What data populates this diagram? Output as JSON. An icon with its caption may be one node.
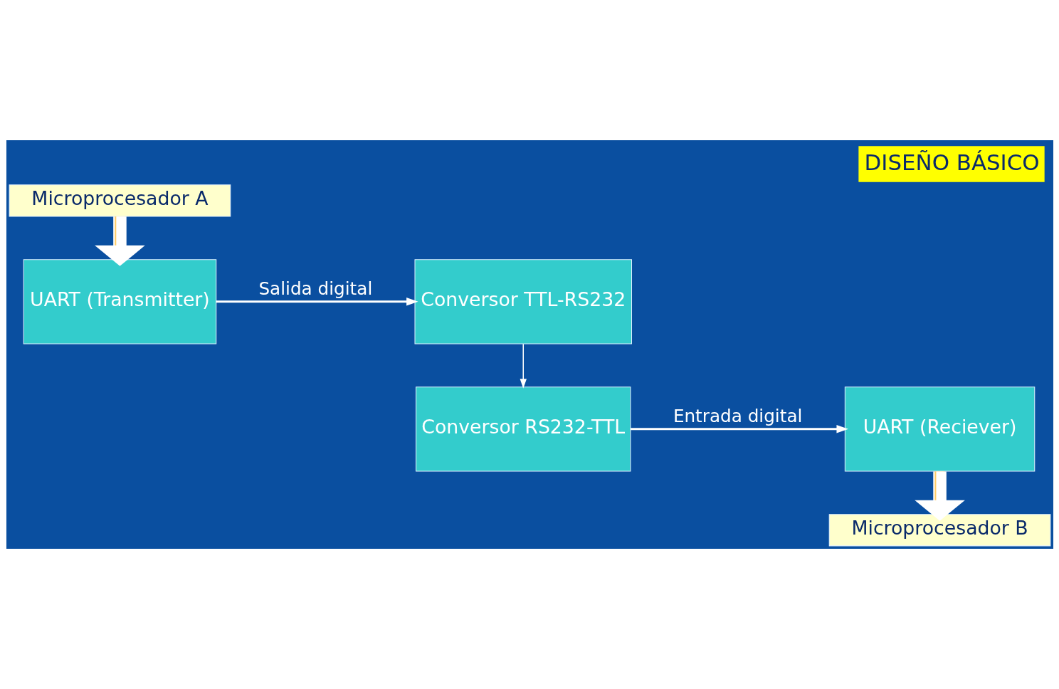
{
  "diagram": {
    "title": "DISEÑO BÁSICO",
    "nodes": [
      {
        "text": [
          "Microprocesador A"
        ]
      },
      {
        "text": [
          "UART (Transmitter)"
        ]
      },
      {
        "text": [
          "Conversor TTL-RS232"
        ]
      },
      {
        "text": [
          "UART (Reciever)"
        ]
      },
      {
        "text": [
          "Conversor RS232-TTL"
        ]
      },
      {
        "text": [
          "Microprocesador B"
        ]
      }
    ],
    "edges": [
      {
        "from": 0,
        "to": 1,
        "arrow": "to",
        "style": "thick"
      },
      {
        "from": 1,
        "to": 2,
        "arrow": "to",
        "label": "Salida digital"
      },
      {
        "from": 2,
        "to": 4,
        "arrow": "to"
      },
      {
        "from": 4,
        "to": 3,
        "arrow": "to",
        "label": "Entrada digital"
      },
      {
        "from": 3,
        "to": 5,
        "arrow": "to",
        "style": "thick"
      }
    ]
  }
}
